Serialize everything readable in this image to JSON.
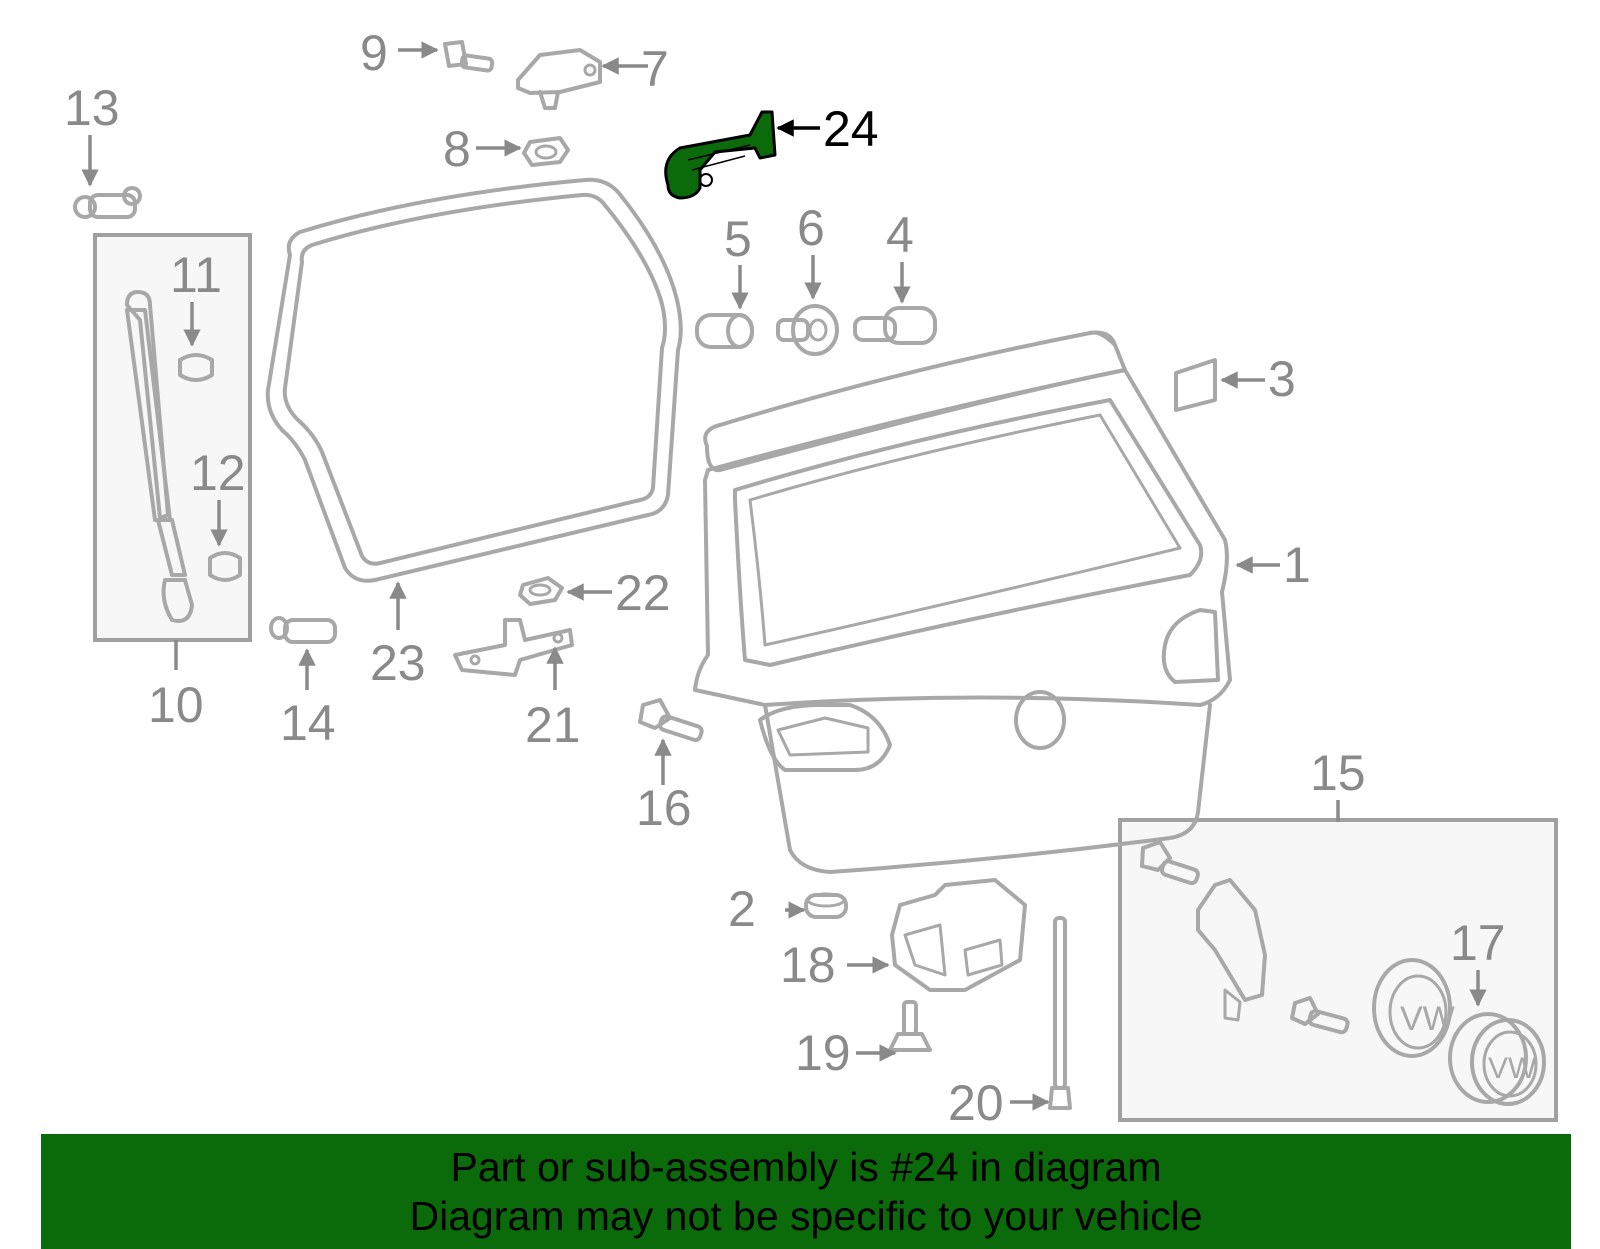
{
  "diagram": {
    "highlighted_part": "24",
    "highlight_color": "#0b6b0b",
    "callouts": [
      "1",
      "2",
      "3",
      "4",
      "5",
      "6",
      "7",
      "8",
      "9",
      "10",
      "11",
      "12",
      "13",
      "14",
      "15",
      "16",
      "17",
      "18",
      "19",
      "20",
      "21",
      "22",
      "23",
      "24"
    ],
    "emblem_text": "VW"
  },
  "banner": {
    "line1": "Part or sub-assembly is #24 in diagram",
    "line2": "Diagram may not be specific to your vehicle",
    "background": "#0b6b0b"
  }
}
